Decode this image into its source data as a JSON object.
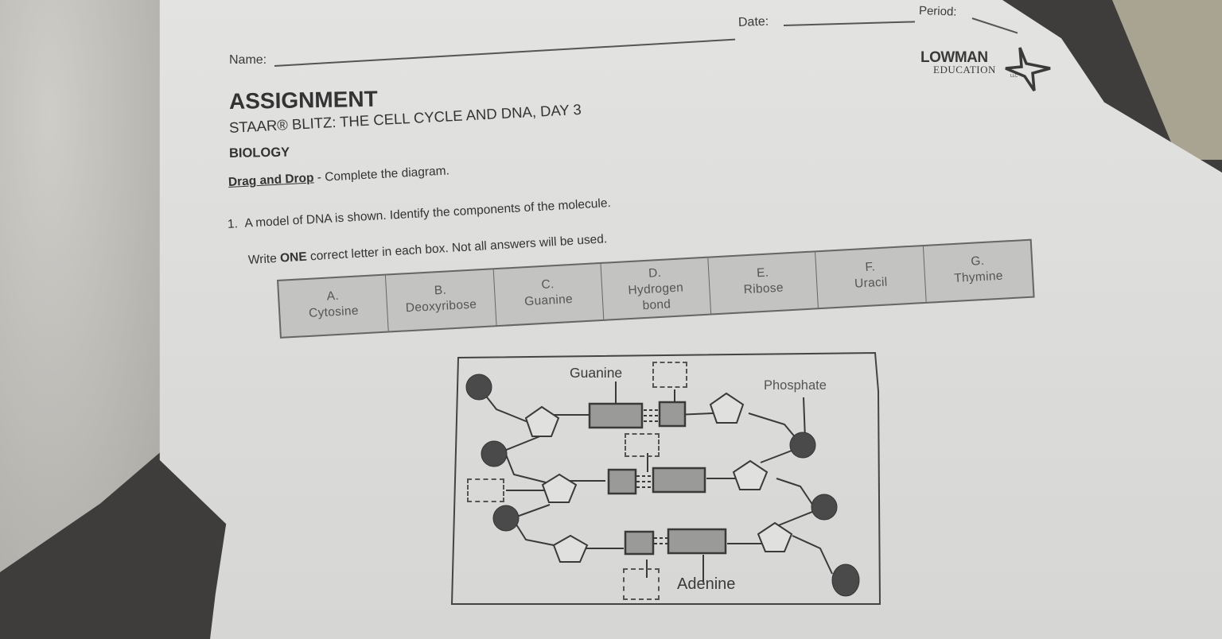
{
  "header": {
    "name_label": "Name:",
    "date_label": "Date:",
    "period_label": "Period:"
  },
  "logo": {
    "line1": "LOWMAN",
    "line2": "EDUCATION",
    "suffix": "LLC",
    "icon": "star-icon"
  },
  "worksheet": {
    "title": "ASSIGNMENT",
    "subtitle": "STAAR® BLITZ: THE CELL CYCLE AND DNA, DAY 3",
    "subject": "BIOLOGY",
    "instruction_heading": "Drag and Drop",
    "instruction_text": " - Complete the diagram.",
    "question_number": "1.",
    "question_text": "A model of DNA is shown. Identify the components of the molecule.",
    "write_prefix": "Write ",
    "write_emphasis": "ONE",
    "write_suffix": " correct letter in each box. Not all answers will be used."
  },
  "choices": [
    {
      "letter": "A.",
      "label": "Cytosine"
    },
    {
      "letter": "B.",
      "label": "Deoxyribose"
    },
    {
      "letter": "C.",
      "label": "Guanine"
    },
    {
      "letter": "D.",
      "label": "Hydrogen bond"
    },
    {
      "letter": "E.",
      "label": "Ribose"
    },
    {
      "letter": "F.",
      "label": "Uracil"
    },
    {
      "letter": "G.",
      "label": "Thymine"
    }
  ],
  "diagram": {
    "labels": {
      "guanine": "Guanine",
      "phosphate": "Phosphate",
      "adenine": "Adenine"
    },
    "answer_boxes": [
      {
        "id": "top-right-base",
        "value": ""
      },
      {
        "id": "middle-hydrogen-bond",
        "value": ""
      },
      {
        "id": "left-sugar",
        "value": ""
      },
      {
        "id": "bottom-left-base",
        "value": ""
      }
    ],
    "colors": {
      "phosphate_fill": "#4a4a4a",
      "base_fill": "#9a9a98",
      "line": "#3a3a3a"
    }
  }
}
